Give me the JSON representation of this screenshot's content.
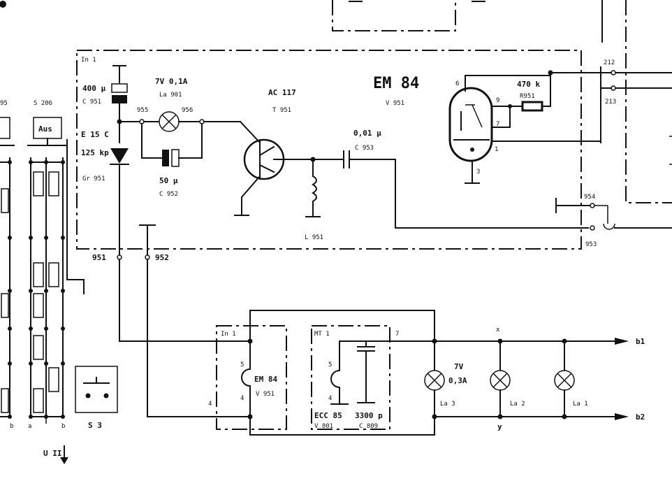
{
  "labels": {
    "in1_top": "In 1",
    "c951_value": "400 µ",
    "c951_ref": "C 951",
    "lamp901_value": "7V 0,1A",
    "lamp901_ref": "La 901",
    "node955": "955",
    "node956": "956",
    "transistor_type": "AC 117",
    "transistor_ref": "T 951",
    "tube_type": "EM 84",
    "tube_ref": "V 951",
    "r951_value": "470 k",
    "r951_ref": "R951",
    "pin6": "6",
    "pin9": "9",
    "pin7": "7",
    "pin1": "1",
    "pin3": "3",
    "node212": "212",
    "node213": "213",
    "diode_type": "E 15 C",
    "diode_rating": "125 kp",
    "diode_ref": "Gr 951",
    "c952_value": "50 µ",
    "c952_ref": "C 952",
    "c953_value": "0,01 µ",
    "c953_ref": "C 953",
    "l951_ref": "L 951",
    "node954": "954",
    "node953": "953",
    "node951": "951",
    "node952": "952",
    "s206": "S 206",
    "s206_btn": "Aus",
    "s3": "S 3",
    "s_left_b": "b",
    "s_left_a": "a",
    "s_right_b": "b",
    "uii": "U II",
    "in1_bottom": "In 1",
    "em84_small": "EM 84",
    "v951_small": "V 951",
    "pin5a": "5",
    "pin4a": "4",
    "pin4b": "4",
    "mt1": "MT 1",
    "pin7b": "7",
    "pin5b": "5",
    "pin4c": "4",
    "ecc85": "ECC 85",
    "v801": "V 801",
    "c809_value": "3300 p",
    "c809_ref": "C 809",
    "la3_value1": "7V",
    "la3_value2": "0,3A",
    "la3_ref": "La 3",
    "la2_ref": "La 2",
    "la1_ref": "La 1",
    "node_x": "x",
    "node_y": "y",
    "out_b1": "b1",
    "out_b2": "b2",
    "left_95": "95"
  }
}
